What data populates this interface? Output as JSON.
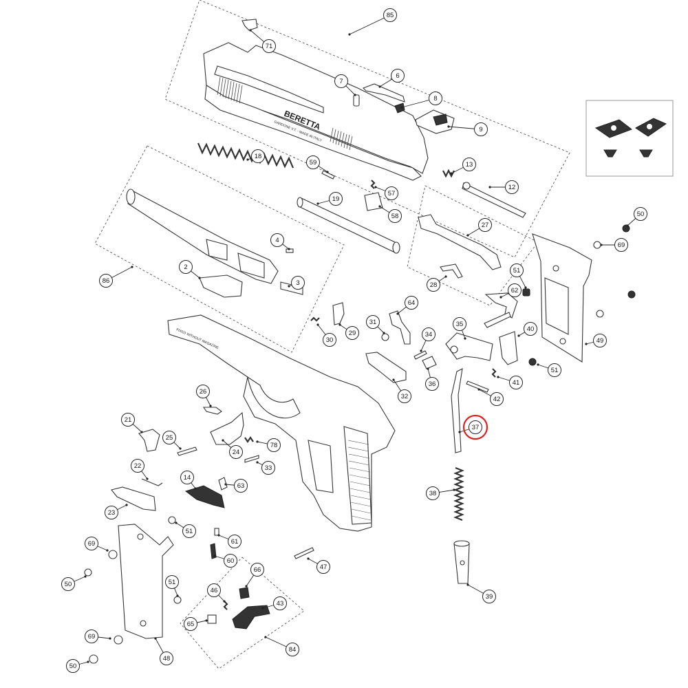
{
  "slide_text": {
    "brand": "BERETTA",
    "model_line": "GARDONE V.T. - MADE IN ITALY"
  },
  "frame_text": {
    "marking": "FIXED WITHOUT MAGAZINE"
  },
  "highlight": {
    "part": "37",
    "color": "#e02020"
  },
  "colors": {
    "line": "#333333",
    "background": "#ffffff",
    "highlight": "#e02020"
  },
  "callouts": [
    "85",
    "71",
    "7",
    "6",
    "8",
    "9",
    "18",
    "59",
    "13",
    "12",
    "57",
    "58",
    "19",
    "86",
    "4",
    "2",
    "3",
    "27",
    "28",
    "50",
    "69",
    "51",
    "62",
    "64",
    "31",
    "29",
    "30",
    "35",
    "40",
    "49",
    "34",
    "36",
    "41",
    "51",
    "42",
    "32",
    "26",
    "37",
    "21",
    "25",
    "24",
    "78",
    "33",
    "22",
    "63",
    "14",
    "38",
    "23",
    "51",
    "61",
    "69",
    "60",
    "47",
    "50",
    "51",
    "66",
    "46",
    "43",
    "65",
    "39",
    "69",
    "50",
    "48",
    "84"
  ]
}
